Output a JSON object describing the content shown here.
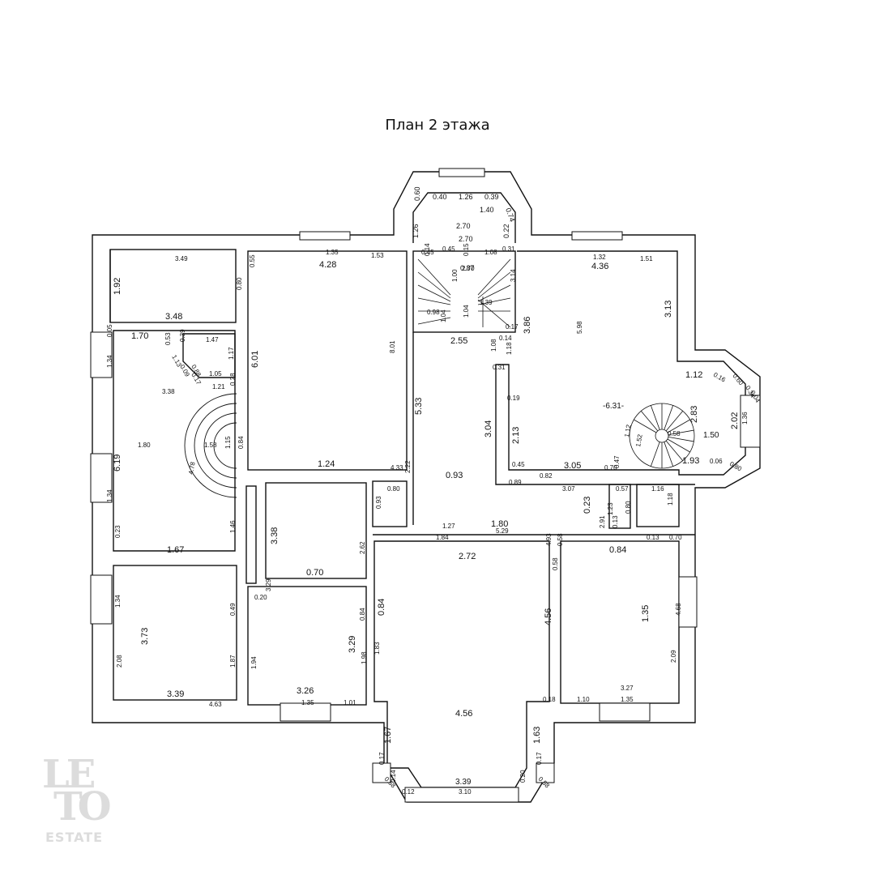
{
  "title": "План 2 этажа",
  "watermark": {
    "top_letters": "LE",
    "mid_letters": "TO",
    "word": "ESTATE"
  },
  "spiral_center_label": "-6.31-",
  "dimensions": [
    "0.60",
    "0.40",
    "1.26",
    "0.39",
    "0.74",
    "1.40",
    "2.70",
    "1.26",
    "2.70",
    "0.87",
    "0.22",
    "0.45",
    "0.14",
    "0.15",
    "0.45",
    "1.08",
    "0.31",
    "2.70",
    "1.00",
    "3.14",
    "1.39",
    "0.98",
    "1.04",
    "1.04",
    "0.17",
    "2.55",
    "1.08",
    "1.18",
    "0.14",
    "0.31",
    "3.49",
    "1.92",
    "3.48",
    "1.35",
    "0.55",
    "0.80",
    "4.28",
    "1.53",
    "6.01",
    "8.01",
    "1.32",
    "4.36",
    "1.51",
    "3.13",
    "5.98",
    "3.86",
    "1.70",
    "0.05",
    "1.34",
    "0.53",
    "0.39",
    "1.47",
    "1.17",
    "1.13",
    "0.09",
    "0.88",
    "0.17",
    "1.05",
    "1.21",
    "0.28",
    "3.38",
    "1.80",
    "1.58",
    "1.15",
    "0.84",
    "4.78",
    "6.19",
    "1.34",
    "5.33",
    "3.04",
    "2.13",
    "0.19",
    "1.12",
    "0.16",
    "0.60",
    "0.34",
    "0.04",
    "2.02",
    "1.36",
    "2.83",
    "1.50",
    "1.12",
    "1.52",
    "0.58",
    "0.06",
    "0.80",
    "1.93",
    "0.45",
    "0.82",
    "3.05",
    "0.47",
    "0.70",
    "0.89",
    "3.07",
    "0.57",
    "1.16",
    "1.18",
    "0.23",
    "1.23",
    "0.80",
    "1.24",
    "4.33",
    "0.80",
    "0.93",
    "2.22",
    "0.93",
    "1.27",
    "1.80",
    "5.29",
    "1.84",
    "2.91",
    "0.13",
    "0.13",
    "0.70",
    "0.23",
    "1.46",
    "1.67",
    "3.38",
    "2.62",
    "0.70",
    "2.72",
    "4.93",
    "0.58",
    "0.58",
    "0.84",
    "3.29",
    "0.20",
    "0.49",
    "0.84",
    "4.56",
    "4.63",
    "1.35",
    "4.68",
    "1.34",
    "3.73",
    "2.08",
    "1.87",
    "0.84",
    "1.94",
    "3.29",
    "1.83",
    "1.98",
    "2.09",
    "3.39",
    "3.26",
    "1.35",
    "1.01",
    "0.18",
    "1.10",
    "1.35",
    "3.27",
    "4.56",
    "1.67",
    "1.63",
    "0.17",
    "0.58",
    "0.14",
    "0.17",
    "0.58",
    "3.39",
    "0.20",
    "0.12",
    "3.10"
  ]
}
